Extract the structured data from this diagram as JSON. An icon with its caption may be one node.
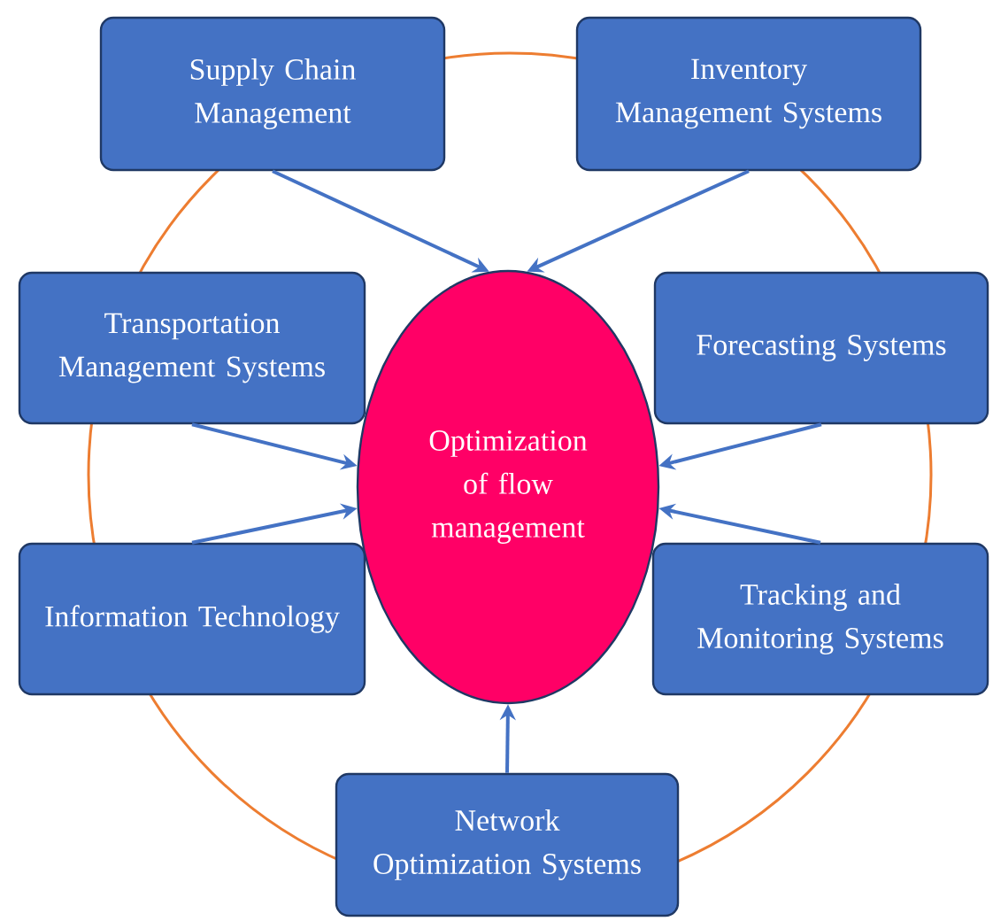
{
  "diagram": {
    "nodes": [
      {
        "text": [
          "Optimization of flow management"
        ]
      },
      {
        "text": [
          "Supply Chain Management"
        ]
      },
      {
        "text": [
          "Inventory Management Systems"
        ]
      },
      {
        "text": [
          "Transportation Management Systems"
        ]
      },
      {
        "text": [
          "Forecasting Systems"
        ]
      },
      {
        "text": [
          "Information Technology"
        ]
      },
      {
        "text": [
          "Tracking and Monitoring Systems"
        ]
      },
      {
        "text": [
          "Network Optimization Systems"
        ]
      }
    ],
    "edges": [
      {
        "from": 1,
        "to": 0,
        "arrow": "to"
      },
      {
        "from": 2,
        "to": 0,
        "arrow": "to"
      },
      {
        "from": 3,
        "to": 0,
        "arrow": "to"
      },
      {
        "from": 4,
        "to": 0,
        "arrow": "to"
      },
      {
        "from": 5,
        "to": 0,
        "arrow": "to"
      },
      {
        "from": 6,
        "to": 0,
        "arrow": "to"
      },
      {
        "from": 7,
        "to": 0,
        "arrow": "to"
      }
    ]
  }
}
